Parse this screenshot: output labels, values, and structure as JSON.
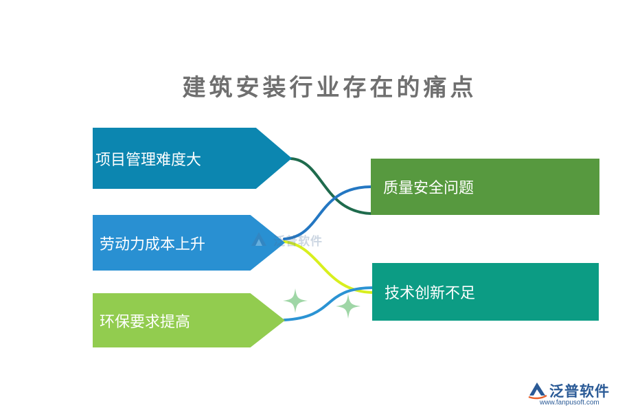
{
  "title": "建筑安装行业存在的痛点",
  "left_items": [
    {
      "label": "项目管理难度大",
      "color": "#0c86b0"
    },
    {
      "label": "劳动力成本上升",
      "color": "#2990d2"
    },
    {
      "label": "环保要求提高",
      "color": "#92cc4f"
    }
  ],
  "right_items": [
    {
      "label": "质量安全问题",
      "color": "#57993f"
    },
    {
      "label": "技术创新不足",
      "color": "#0c9c84"
    }
  ],
  "connector_colors": [
    "#1f6b4d",
    "#2477c2",
    "#d8ef1e",
    "#2b93d3"
  ],
  "sparkle_color": "#9fd6a6",
  "watermark": {
    "text": "泛普软件"
  },
  "logo": {
    "name": "泛普软件",
    "url": "www.fanpusoft.com"
  }
}
